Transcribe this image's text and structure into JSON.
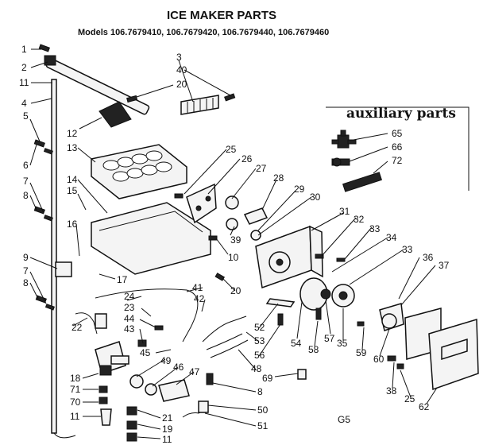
{
  "title": "ICE MAKER PARTS",
  "models": "Models 106.7679410, 106.7679420, 106.7679440, 106.7679460",
  "auxiliary": {
    "heading": "auxiliary parts",
    "items": [
      "65",
      "66",
      "72"
    ]
  },
  "footer_code": "G5",
  "callouts": [
    "1",
    "2",
    "11",
    "4",
    "5",
    "6",
    "7",
    "8",
    "9",
    "7",
    "8",
    "12",
    "13",
    "14",
    "15",
    "16",
    "3",
    "40",
    "20",
    "25",
    "26",
    "27",
    "28",
    "29",
    "30",
    "31",
    "32",
    "33",
    "34",
    "33",
    "36",
    "37",
    "10",
    "39",
    "17",
    "41",
    "42",
    "20",
    "24",
    "23",
    "44",
    "43",
    "45",
    "22",
    "52",
    "53",
    "56",
    "48",
    "54",
    "58",
    "57",
    "35",
    "59",
    "60",
    "38",
    "25",
    "62",
    "49",
    "46",
    "47",
    "69",
    "8",
    "18",
    "71",
    "70",
    "11",
    "21",
    "19",
    "11",
    "50",
    "51"
  ]
}
